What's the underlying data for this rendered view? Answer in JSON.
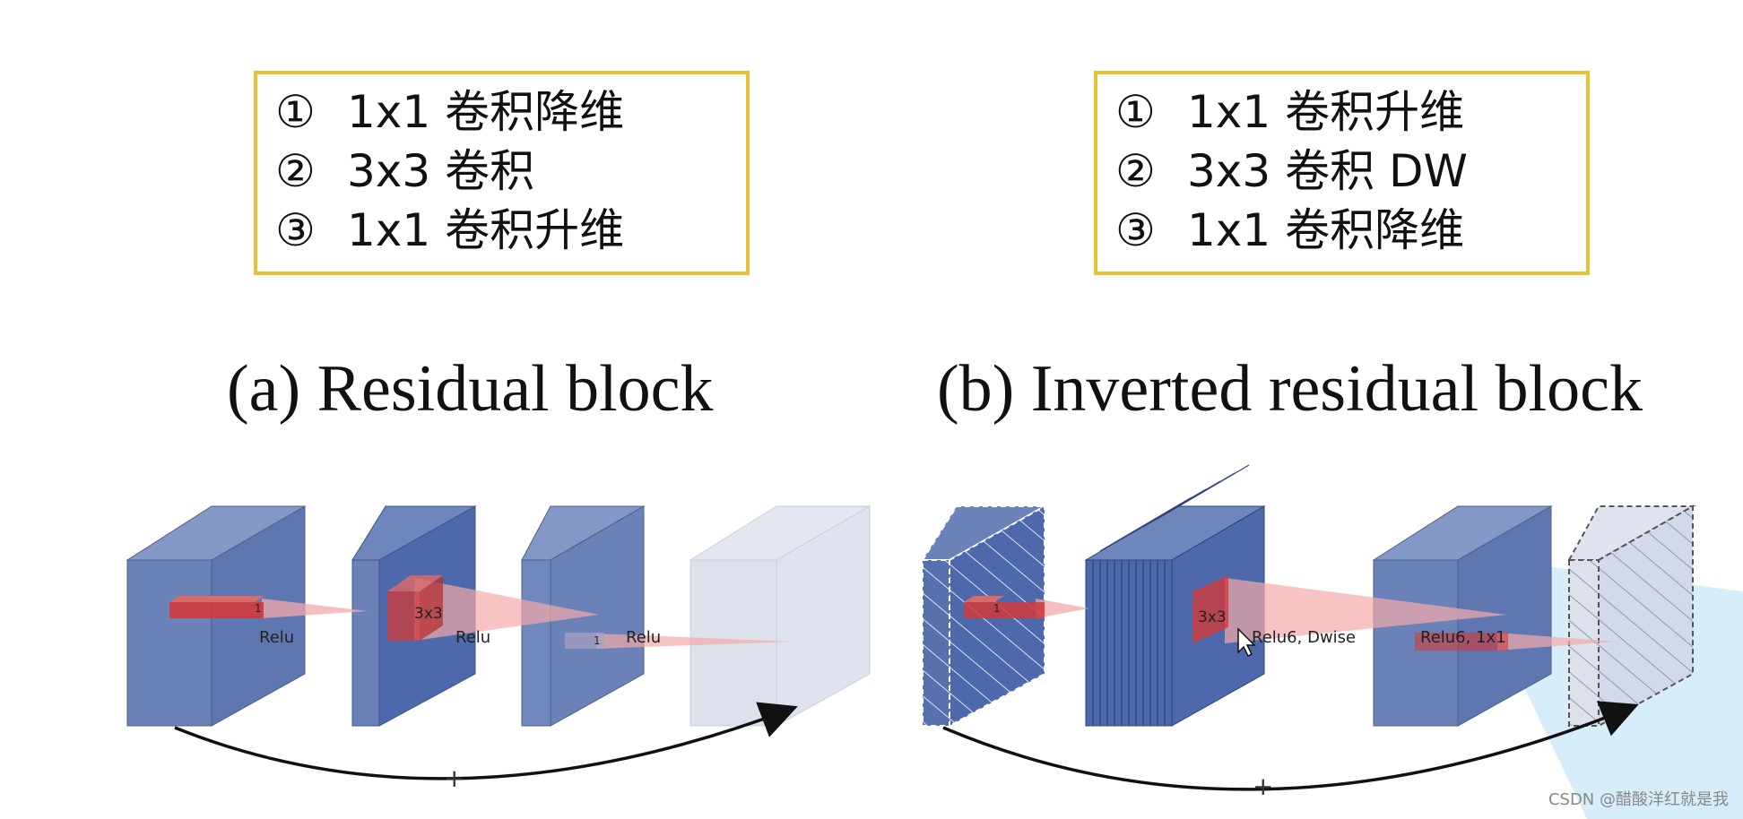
{
  "panel_a": {
    "steps": [
      {
        "num": "①",
        "text": "1x1 卷积降维"
      },
      {
        "num": "②",
        "text": "3x3 卷积"
      },
      {
        "num": "③",
        "text": "1x1 卷积升维"
      }
    ],
    "caption": "(a) Residual block",
    "diagram": {
      "kernel_labels": [
        "1",
        "3x3",
        "1"
      ],
      "activation_labels": [
        "Relu",
        "Relu",
        "Relu"
      ],
      "sum_symbol": "+"
    }
  },
  "panel_b": {
    "steps": [
      {
        "num": "①",
        "text": "1x1 卷积升维"
      },
      {
        "num": "②",
        "text": "3x3 卷积 DW"
      },
      {
        "num": "③",
        "text": "1x1 卷积降维"
      }
    ],
    "caption": "(b) Inverted residual block",
    "diagram": {
      "kernel_labels": [
        "1",
        "3x3"
      ],
      "activation_labels": [
        "Relu6, Dwise",
        "Relu6, 1x1"
      ],
      "sum_symbol": "+"
    }
  },
  "watermark": "CSDN @醋酸洋红就是我",
  "colors": {
    "box_border": "#e9c233",
    "block_front": "#6a82b8",
    "block_side": "#5671ad",
    "block_top": "#8398c7",
    "kernel_red": "#d23a3a",
    "receptive_field": "#f3a9a9",
    "faded_block": "#dfe3ee",
    "highlight": "#cde8f7"
  }
}
